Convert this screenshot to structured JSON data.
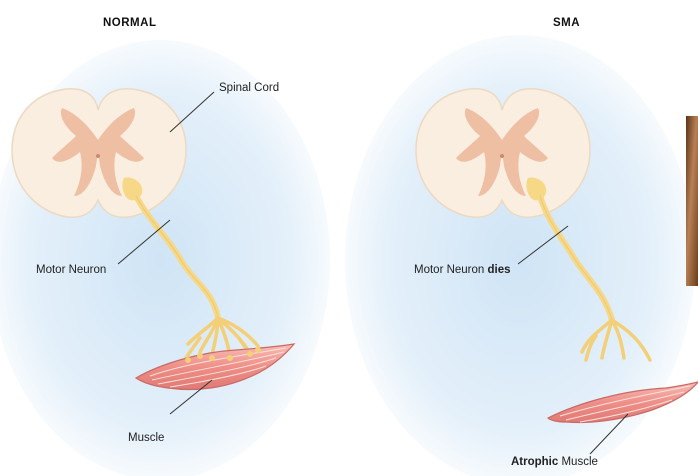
{
  "panels": {
    "normal": {
      "title": "NORMAL",
      "spinal_cord_label": "Spinal Cord",
      "motor_neuron_label": "Motor Neuron",
      "muscle_label": "Muscle"
    },
    "sma": {
      "title": "SMA",
      "motor_neuron_label_prefix": "Motor Neuron ",
      "motor_neuron_label_emphasis": "dies",
      "muscle_label_emphasis": "Atrophic",
      "muscle_label_suffix": " Muscle"
    }
  },
  "colors": {
    "background_glow": "#dcecf8",
    "spinal_cord_white_matter": "#faeee0",
    "spinal_cord_gray_matter": "#efbfa4",
    "neuron": "#f6d887",
    "neuron_edge": "#d9b25a",
    "muscle": "#ef9a94",
    "muscle_edge": "#c96a66",
    "inset_photo": "#7a4a25"
  }
}
